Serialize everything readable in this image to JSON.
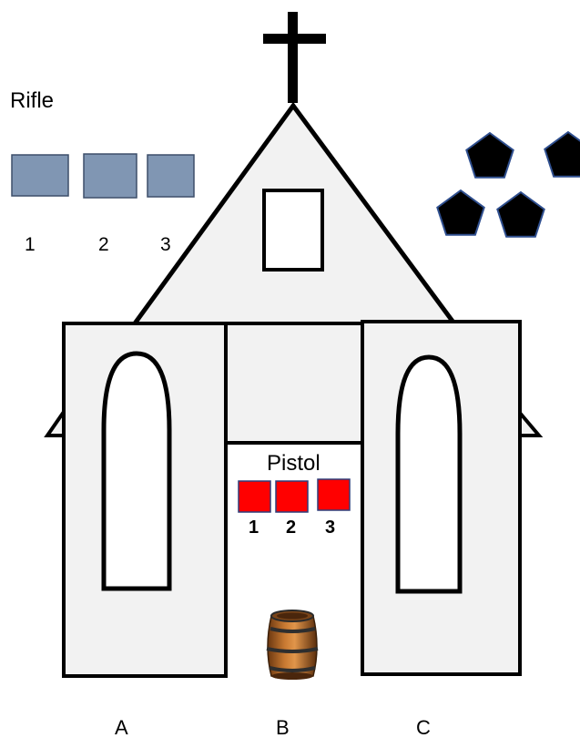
{
  "rifle": {
    "label": "Rifle",
    "numbers": [
      "1",
      "2",
      "3"
    ],
    "box_color": "#8096b3"
  },
  "pistol": {
    "label": "Pistol",
    "numbers": [
      "1",
      "2",
      "3"
    ],
    "box_color": "#ff0000"
  },
  "positions": [
    "A",
    "B",
    "C"
  ],
  "pentagon_count": 4,
  "icons": {
    "cross": "cross-icon",
    "barrel": "barrel-icon",
    "pentagon": "pentagon-icon"
  },
  "colors": {
    "wall_fill": "#f2f2f2",
    "outline": "#000000",
    "pentagon_fill": "#000000",
    "pentagon_stroke": "#2f4f8f"
  }
}
